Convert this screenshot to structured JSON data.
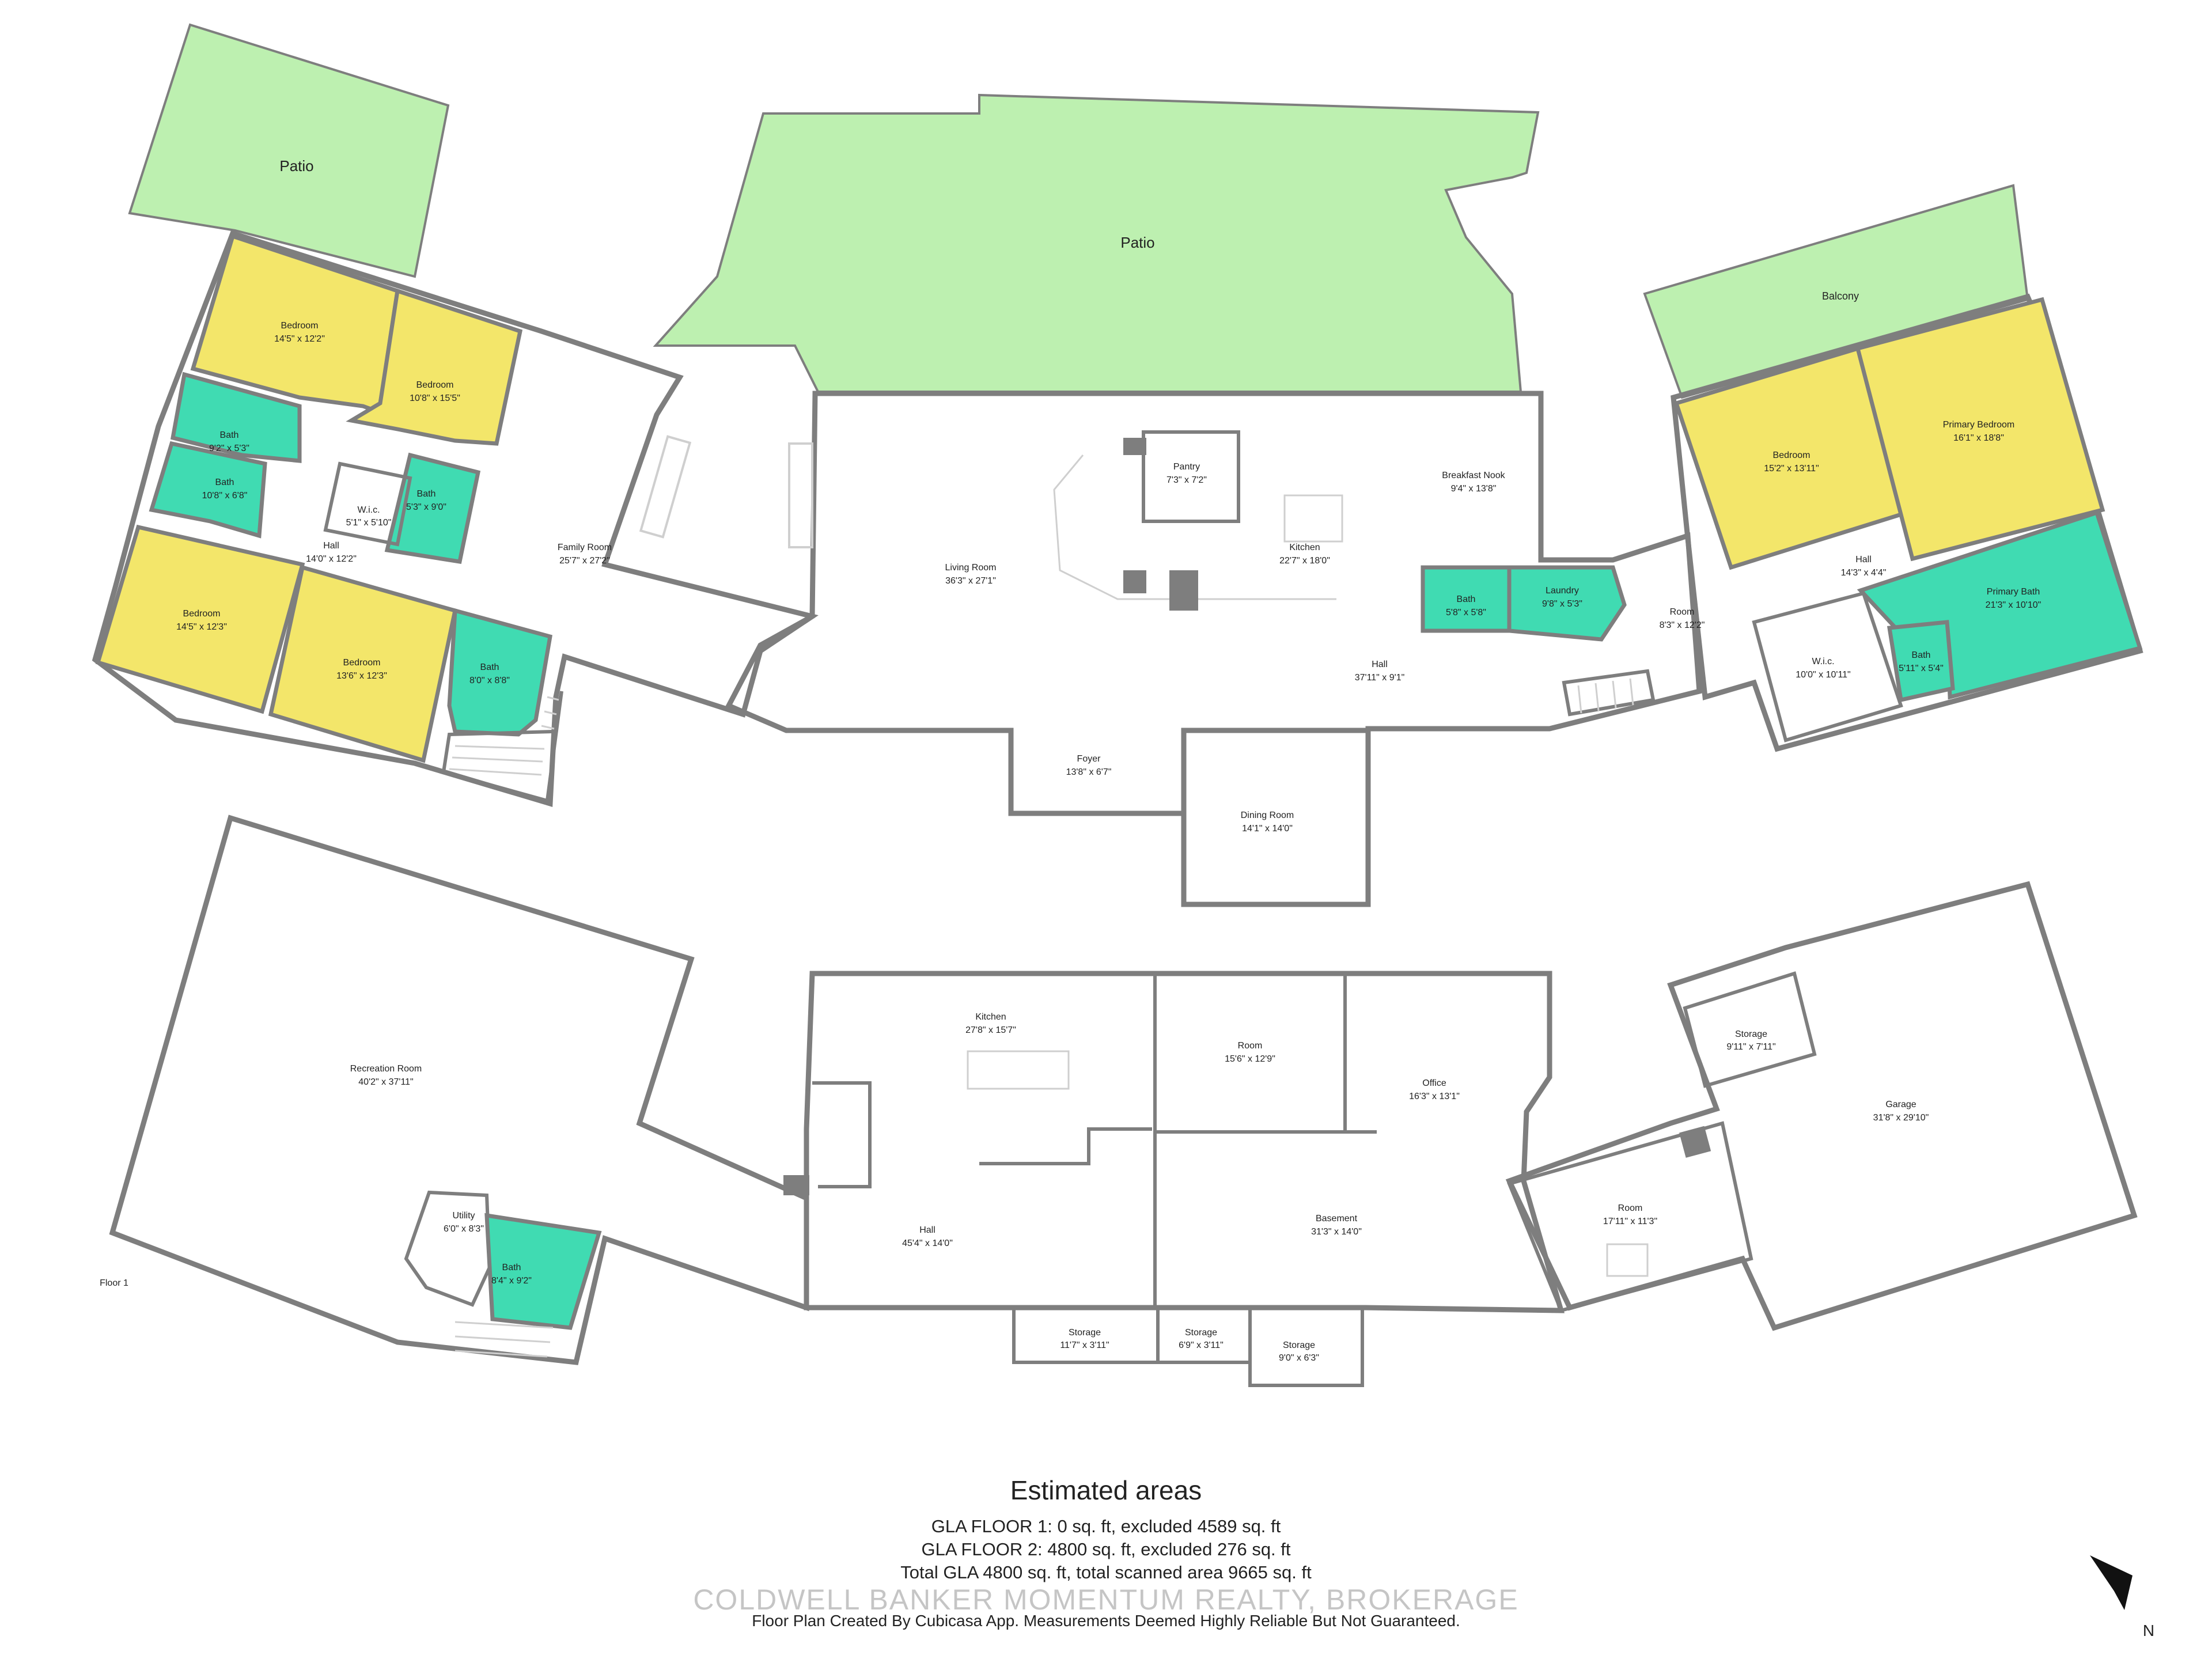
{
  "colors": {
    "bedroom": "#f3e66a",
    "bath": "#40dbb2",
    "outdoor": "#bdf0b0",
    "wall": "#7e7e7e"
  },
  "floor_label": "Floor 1",
  "compass": {
    "icon": "north-arrow-icon",
    "label": "N"
  },
  "upper_floor": {
    "patios": [
      {
        "label": "Patio"
      },
      {
        "label": "Patio"
      },
      {
        "label": "Balcony"
      }
    ],
    "rooms": {
      "bedroom_nw1": {
        "name": "Bedroom",
        "dims": "14'5\" x 12'2\""
      },
      "bedroom_nw2": {
        "name": "Bedroom",
        "dims": "10'8\" x 15'5\""
      },
      "bath_w1": {
        "name": "Bath",
        "dims": "9'2\" x 5'3\""
      },
      "bath_w2": {
        "name": "Bath",
        "dims": "10'8\" x 6'8\""
      },
      "wic_w": {
        "name": "W.i.c.",
        "dims": "5'1\" x 5'10\""
      },
      "bath_w3": {
        "name": "Bath",
        "dims": "5'3\" x 9'0\""
      },
      "hall_w": {
        "name": "Hall",
        "dims": "14'0\" x 12'2\""
      },
      "family_room": {
        "name": "Family Room",
        "dims": "25'7\" x 27'2\""
      },
      "bedroom_sw1": {
        "name": "Bedroom",
        "dims": "14'5\" x 12'3\""
      },
      "bedroom_sw2": {
        "name": "Bedroom",
        "dims": "13'6\" x 12'3\""
      },
      "bath_w4": {
        "name": "Bath",
        "dims": "8'0\" x 8'8\""
      },
      "living_room": {
        "name": "Living Room",
        "dims": "36'3\" x 27'1\""
      },
      "pantry": {
        "name": "Pantry",
        "dims": "7'3\" x 7'2\""
      },
      "kitchen": {
        "name": "Kitchen",
        "dims": "22'7\" x 18'0\""
      },
      "breakfast_nook": {
        "name": "Breakfast Nook",
        "dims": "9'4\" x 13'8\""
      },
      "bath_c": {
        "name": "Bath",
        "dims": "5'8\" x 5'8\""
      },
      "laundry": {
        "name": "Laundry",
        "dims": "9'8\" x 5'3\""
      },
      "hall_c": {
        "name": "Hall",
        "dims": "37'11\" x 9'1\""
      },
      "room_e": {
        "name": "Room",
        "dims": "8'3\" x 12'2\""
      },
      "foyer": {
        "name": "Foyer",
        "dims": "13'8\" x 6'7\""
      },
      "dining_room": {
        "name": "Dining Room",
        "dims": "14'1\" x 14'0\""
      },
      "bedroom_e": {
        "name": "Bedroom",
        "dims": "15'2\" x 13'11\""
      },
      "primary_bedroom": {
        "name": "Primary Bedroom",
        "dims": "16'1\" x 18'8\""
      },
      "hall_e": {
        "name": "Hall",
        "dims": "14'3\" x 4'4\""
      },
      "primary_bath": {
        "name": "Primary Bath",
        "dims": "21'3\" x 10'10\""
      },
      "wic_e": {
        "name": "W.i.c.",
        "dims": "10'0\" x 10'11\""
      },
      "bath_e": {
        "name": "Bath",
        "dims": "5'11\" x 5'4\""
      }
    }
  },
  "lower_floor": {
    "rooms": {
      "recreation_room": {
        "name": "Recreation Room",
        "dims": "40'2\" x 37'11\""
      },
      "utility": {
        "name": "Utility",
        "dims": "6'0\" x 8'3\""
      },
      "bath_l": {
        "name": "Bath",
        "dims": "8'4\" x 9'2\""
      },
      "kitchen_l": {
        "name": "Kitchen",
        "dims": "27'8\" x 15'7\""
      },
      "room_l1": {
        "name": "Room",
        "dims": "15'6\" x 12'9\""
      },
      "office": {
        "name": "Office",
        "dims": "16'3\" x 13'1\""
      },
      "hall_l": {
        "name": "Hall",
        "dims": "45'4\" x 14'0\""
      },
      "basement": {
        "name": "Basement",
        "dims": "31'3\" x 14'0\""
      },
      "storage_1": {
        "name": "Storage",
        "dims": "11'7\" x 3'11\""
      },
      "storage_2": {
        "name": "Storage",
        "dims": "6'9\" x 3'11\""
      },
      "storage_3": {
        "name": "Storage",
        "dims": "9'0\" x 6'3\""
      },
      "storage_4": {
        "name": "Storage",
        "dims": "9'11\" x 7'11\""
      },
      "garage": {
        "name": "Garage",
        "dims": "31'8\" x 29'10\""
      },
      "room_l2": {
        "name": "Room",
        "dims": "17'11\" x 11'3\""
      }
    }
  },
  "footer": {
    "title": "Estimated areas",
    "gla_floor1": "GLA FLOOR 1: 0 sq. ft, excluded 4589 sq. ft",
    "gla_floor2": "GLA FLOOR 2: 4800 sq. ft, excluded 276 sq. ft",
    "total": "Total GLA 4800 sq. ft, total scanned area 9665 sq. ft",
    "brokerage": "COLDWELL BANKER MOMENTUM REALTY, BROKERAGE",
    "credit": "Floor Plan Created By Cubicasa App. Measurements Deemed Highly Reliable But Not Guaranteed."
  }
}
